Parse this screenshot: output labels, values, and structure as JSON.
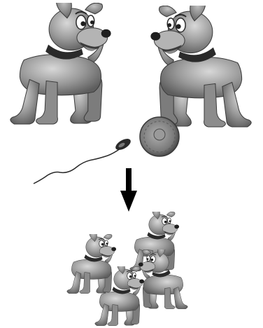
{
  "figure": {
    "subjects": {
      "parents": [
        {
          "icon": "dog-icon",
          "role": "parent",
          "facing": "right"
        },
        {
          "icon": "dog-icon",
          "role": "parent",
          "facing": "left"
        }
      ],
      "gametes": [
        {
          "icon": "sperm-icon",
          "role": "sperm"
        },
        {
          "icon": "egg-icon",
          "role": "egg"
        }
      ],
      "process_arrow": {
        "icon": "arrow-down-icon",
        "direction": "down"
      },
      "offspring": [
        {
          "icon": "dog-icon",
          "role": "offspring"
        },
        {
          "icon": "dog-icon",
          "role": "offspring"
        },
        {
          "icon": "dog-icon",
          "role": "offspring"
        },
        {
          "icon": "dog-icon",
          "role": "offspring"
        }
      ]
    },
    "colors": {
      "background": "#ffffff",
      "fur": "#9a9a9a",
      "fur_shadow": "#6e6e6e",
      "collar": "#2a2a2a",
      "outline": "#3a3a3a",
      "arrow": "#000000",
      "egg": "#7a7a7a"
    }
  }
}
